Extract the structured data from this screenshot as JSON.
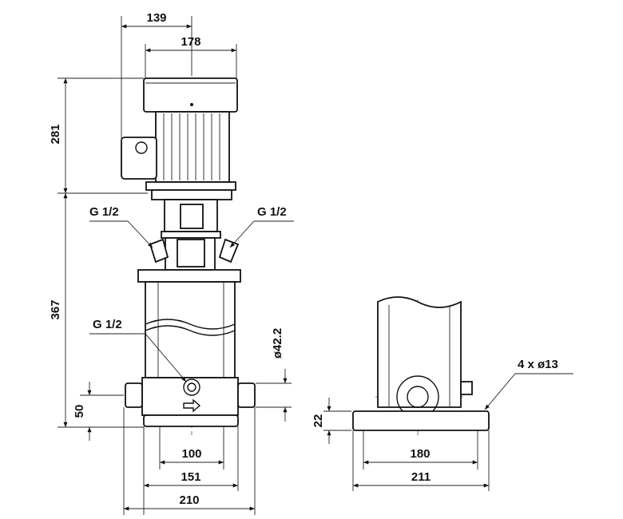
{
  "drawing": {
    "dimensions": {
      "top_width_139": "139",
      "top_width_178": "178",
      "height_281": "281",
      "height_367": "367",
      "height_50": "50",
      "bottom_100": "100",
      "bottom_151": "151",
      "bottom_210": "210",
      "pipe_diameter": "ø42.2",
      "side_height_22": "22",
      "side_180": "180",
      "side_211": "211"
    },
    "callouts": {
      "g_left_upper": "G 1/2",
      "g_right_upper": "G 1/2",
      "g_drain": "G 1/2",
      "holes": "4 x ø13"
    }
  }
}
